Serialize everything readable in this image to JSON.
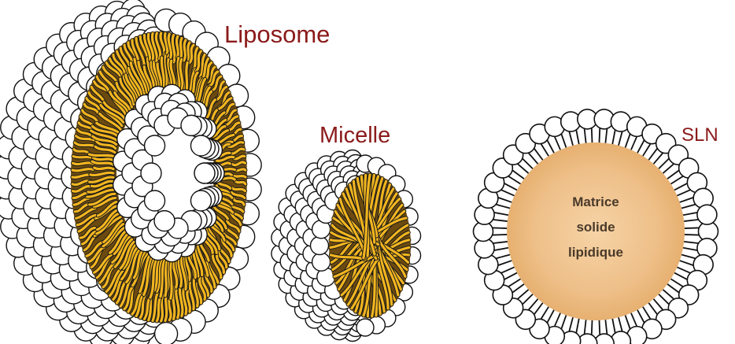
{
  "labels": {
    "liposome": "Liposome",
    "micelle": "Micelle",
    "sln": "SLN",
    "core_line1": "Matrice",
    "core_line2": "solide",
    "core_line3": "lipidique"
  },
  "colors": {
    "label": "#8b1a1a",
    "tail": "#f2b51f",
    "tail_outline": "#1a1a1a",
    "tail_shadow": "#6b4a10",
    "head_fill": "#ffffff",
    "head_stroke": "#111111",
    "core_fill": "#f0c590",
    "core_text": "#4a3a2a"
  },
  "structures": {
    "sln_headgroup_count": 42
  }
}
